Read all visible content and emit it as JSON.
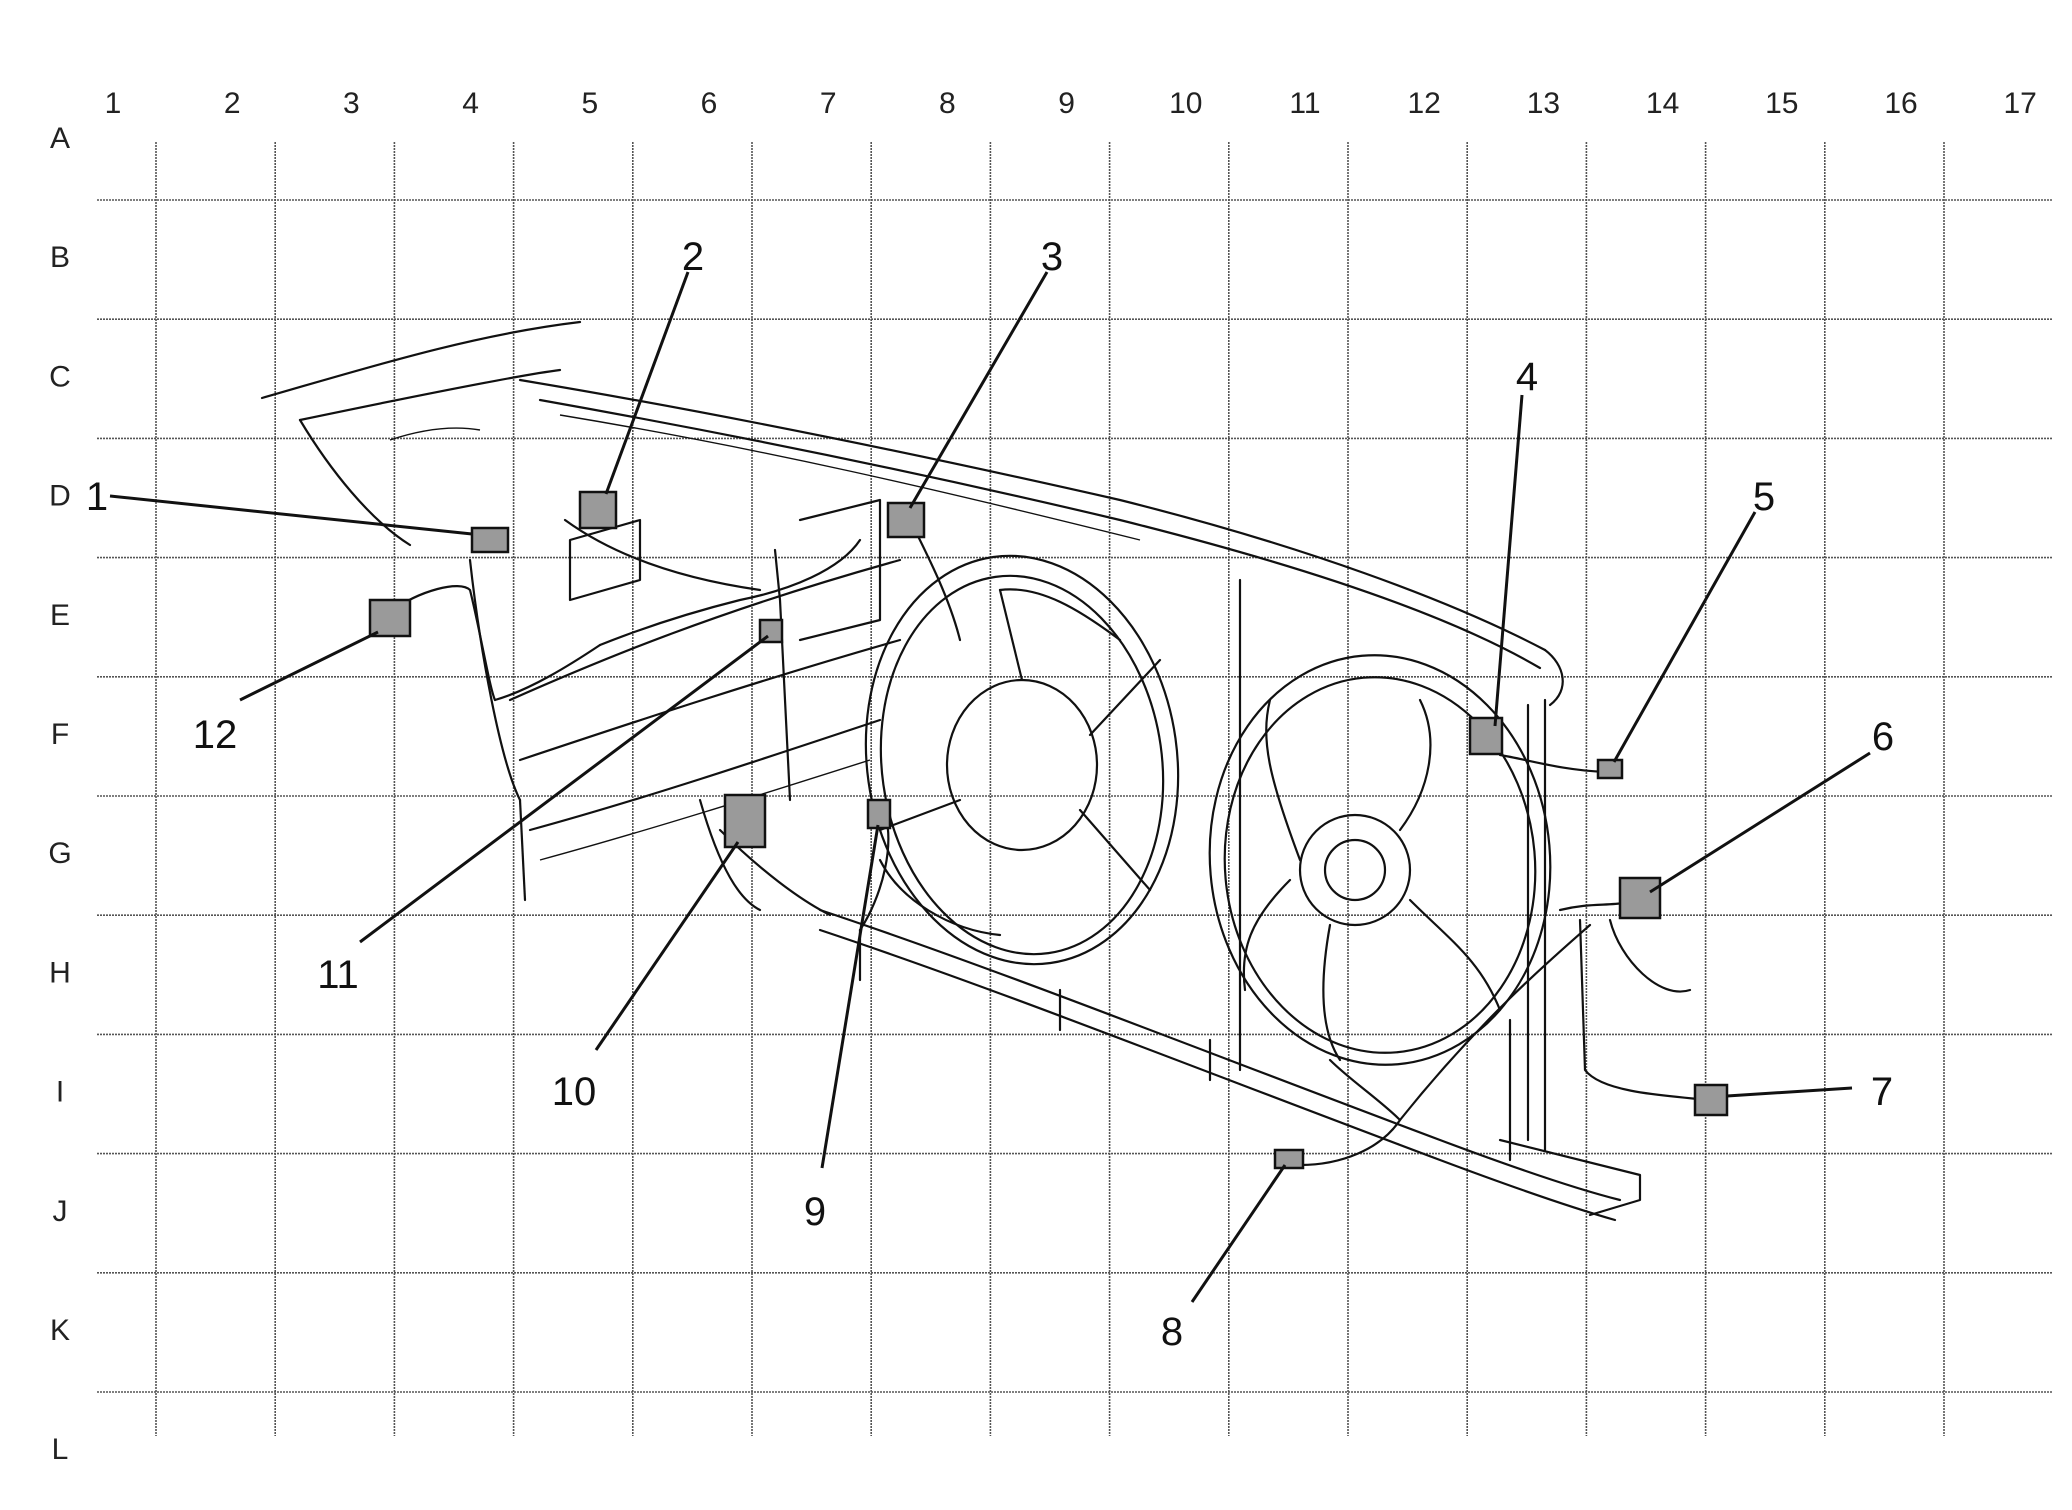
{
  "grid": {
    "columns": [
      "1",
      "2",
      "3",
      "4",
      "5",
      "6",
      "7",
      "8",
      "9",
      "10",
      "11",
      "12",
      "13",
      "14",
      "15",
      "16",
      "17"
    ],
    "rows": [
      "A",
      "B",
      "C",
      "D",
      "E",
      "F",
      "G",
      "H",
      "I",
      "J",
      "K",
      "L"
    ]
  },
  "callouts": [
    {
      "label": "1"
    },
    {
      "label": "2"
    },
    {
      "label": "3"
    },
    {
      "label": "4"
    },
    {
      "label": "5"
    },
    {
      "label": "6"
    },
    {
      "label": "7"
    },
    {
      "label": "8"
    },
    {
      "label": "9"
    },
    {
      "label": "10"
    },
    {
      "label": "11"
    },
    {
      "label": "12"
    }
  ],
  "colors": {
    "line": "#111111",
    "grid": "#555555",
    "connector": "#9a9a9a"
  }
}
